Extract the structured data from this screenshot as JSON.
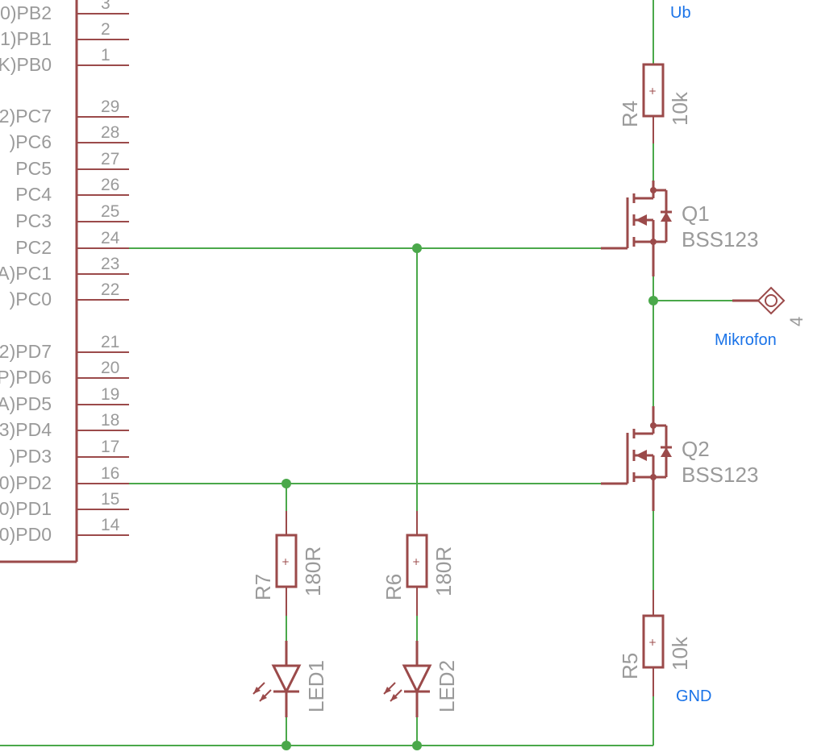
{
  "mcu": {
    "pin_labels": [
      "0)PB2",
      "1)PB1",
      "K)PB0",
      "2)PC7",
      ")PC6",
      "PC5",
      "PC4",
      "PC3",
      "PC2",
      "A)PC1",
      ")PC0",
      "2)PD7",
      "P)PD6",
      "A)PD5",
      "3)PD4",
      ")PD3",
      "0)PD2",
      "0)PD1",
      "0)PD0"
    ],
    "pin_numbers": [
      "3",
      "2",
      "1",
      "29",
      "28",
      "27",
      "26",
      "25",
      "24",
      "23",
      "22",
      "21",
      "20",
      "19",
      "18",
      "17",
      "16",
      "15",
      "14"
    ]
  },
  "components": {
    "r4": {
      "name": "R4",
      "value": "10k"
    },
    "r5": {
      "name": "R5",
      "value": "10k"
    },
    "r6": {
      "name": "R6",
      "value": "180R"
    },
    "r7": {
      "name": "R7",
      "value": "180R"
    },
    "q1": {
      "name": "Q1",
      "value": "BSS123"
    },
    "q2": {
      "name": "Q2",
      "value": "BSS123"
    },
    "led1": {
      "name": "LED1"
    },
    "led2": {
      "name": "LED2"
    },
    "mic": {
      "pin": "4"
    }
  },
  "nets": {
    "ub": "Ub",
    "gnd": "GND",
    "mikrofon": "Mikrofon"
  },
  "colors": {
    "part": "#9b4a4a",
    "wire": "#4aa84a",
    "net_label": "#1a73e8",
    "text": "#9a9a9a"
  }
}
